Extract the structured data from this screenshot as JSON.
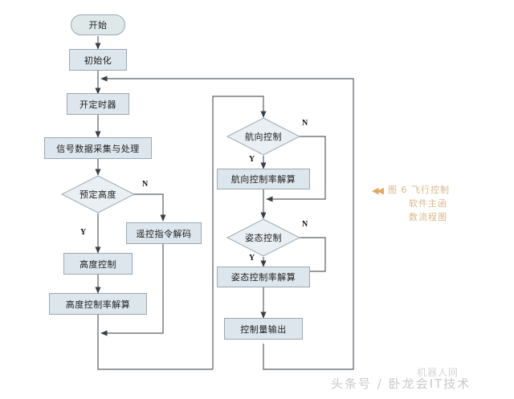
{
  "diagram": {
    "title_caption": {
      "arrows": "◀◀",
      "line1": "图 6  飞行控制",
      "line2": "软件主函",
      "line3": "数流程图"
    },
    "nodes": {
      "start": "开始",
      "init": "初始化",
      "open_timer": "开定时器",
      "signal_acq": "信号数据采集与处理",
      "preset_alt": "预定高度",
      "remote_decode": "遥控指令解码",
      "alt_control": "高度控制",
      "alt_rate_calc": "高度控制率解算",
      "heading_control": "航向控制",
      "heading_rate_calc": "航向控制率解算",
      "attitude_control": "姿态控制",
      "attitude_rate_calc": "姿态控制率解算",
      "control_output": "控制量输出"
    },
    "edge_labels": {
      "preset_alt_no": "N",
      "preset_alt_yes": "Y",
      "heading_no": "N",
      "heading_yes": "Y",
      "attitude_no": "N",
      "attitude_yes": "Y"
    },
    "colors": {
      "node_fill": "#dde6ec",
      "node_border": "#9aa8b4",
      "terminal_fill": "#dfe8e8",
      "line": "#5a5f66",
      "caption_text": "#d9b88a",
      "background": "#ffffff"
    }
  },
  "watermark": {
    "footer": "头条号 / 卧龙会IT技术",
    "logo": "机器人网"
  }
}
